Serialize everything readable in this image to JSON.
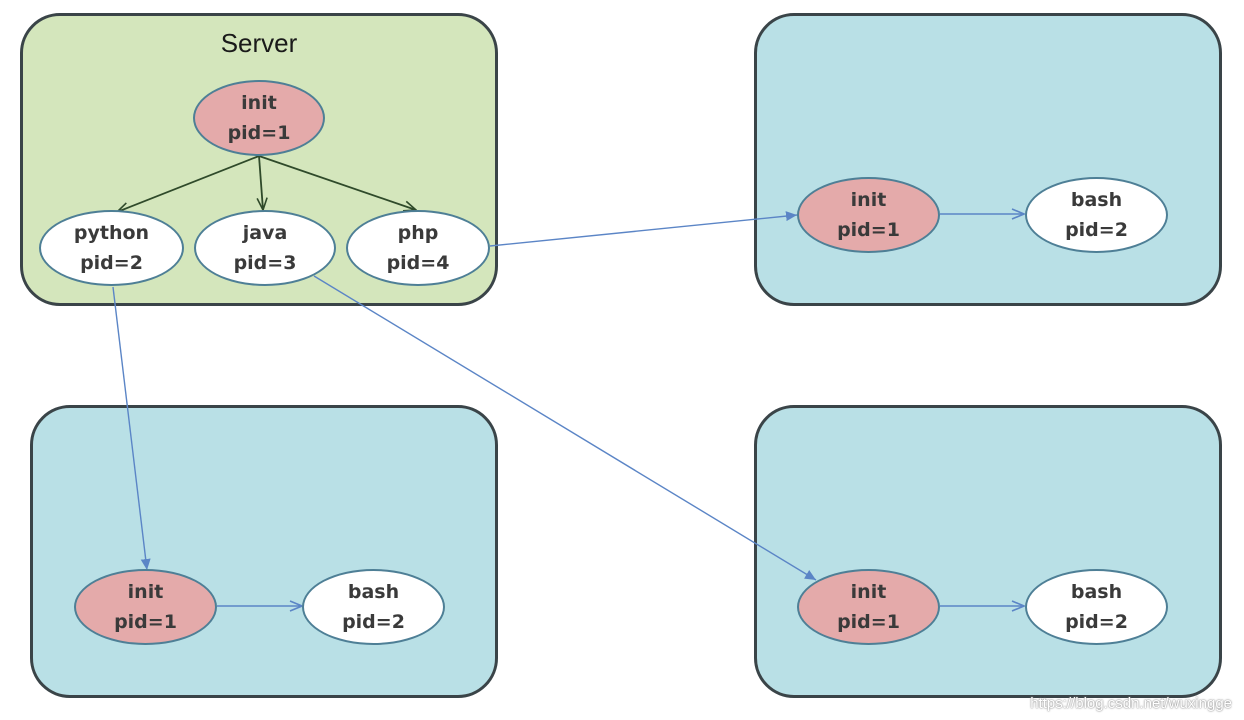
{
  "server": {
    "title": "Server",
    "init": {
      "name": "init",
      "pid": "pid=1"
    },
    "children": [
      {
        "name": "python",
        "pid": "pid=2"
      },
      {
        "name": "java",
        "pid": "pid=3"
      },
      {
        "name": "php",
        "pid": "pid=4"
      }
    ]
  },
  "containers": [
    {
      "init": {
        "name": "init",
        "pid": "pid=1"
      },
      "bash": {
        "name": "bash",
        "pid": "pid=2"
      }
    },
    {
      "init": {
        "name": "init",
        "pid": "pid=1"
      },
      "bash": {
        "name": "bash",
        "pid": "pid=2"
      }
    },
    {
      "init": {
        "name": "init",
        "pid": "pid=1"
      },
      "bash": {
        "name": "bash",
        "pid": "pid=2"
      }
    }
  ],
  "colors": {
    "server_bg": "#d4e6bc",
    "container_bg": "#b9e0e6",
    "init_node": "#e4aaaa",
    "process_node": "#ffffff",
    "tree_arrow": "#2f4a2a",
    "mapping_arrow": "#5b85c6"
  },
  "watermark": "https://blog.csdn.net/wuxingge"
}
